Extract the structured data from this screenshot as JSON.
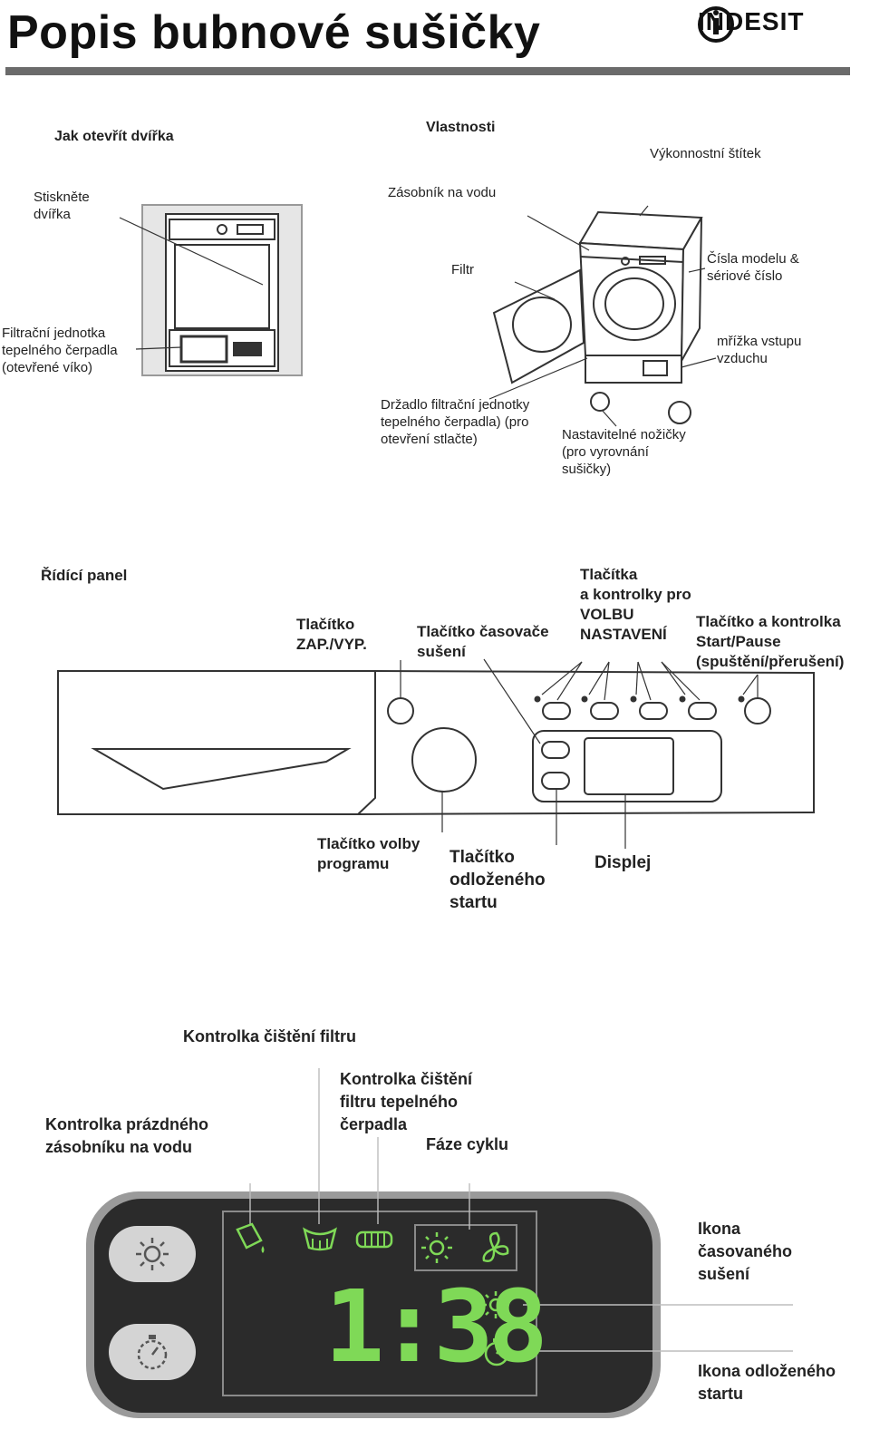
{
  "header": {
    "title": "Popis bubnové sušičky",
    "brand": "INDESIT"
  },
  "door_section": {
    "heading": "Jak otevřít dvířka",
    "label_press": "Stiskněte\ndvířka",
    "label_filter_unit": "Filtrační jednotka\ntepelného čerpadla\n(otevřené víko)"
  },
  "features_section": {
    "heading": "Vlastnosti",
    "label_rating_plate": "Výkonnostní štítek",
    "label_water_container": "Zásobník na vodu",
    "label_filter": "Filtr",
    "label_model_numbers": "Čísla modelu &\nsériové číslo",
    "label_air_grille": "mřížka vstupu\nvzduchu",
    "label_filter_handle": "Držadlo filtrační jednotky\ntepelného čerpadla) (pro\notevření stlačte)",
    "label_feet": "Nastavitelné nožičky\n(pro vyrovnání\nsušičky)"
  },
  "control_panel_section": {
    "heading": "Řídící panel",
    "label_on_off": "Tlačítko\nZAP./VYP.",
    "label_timer": "Tlačítko časovače\nsušení",
    "label_options": "Tlačítka\na kontrolky pro\nVOLBU\nNASTAVENÍ",
    "label_start_pause": "Tlačítko a kontrolka\nStart/Pause\n(spuštění/přerušení)",
    "label_program": "Tlačítko volby\nprogramu",
    "label_delay": "Tlačítko\nodloženého\nstartu",
    "label_display": "Displej"
  },
  "display_section": {
    "label_filter_clean": "Kontrolka čištění filtru",
    "label_heatpump_clean": "Kontrolka čištění\nfiltru tepelného\nčerpadla",
    "label_empty_water": "Kontrolka prázdného\nzásobníku na vodu",
    "label_cycle_phase": "Fáze cyklu",
    "label_timed_icon": "Ikona\nčasovaného\nsušení",
    "label_delay_icon": "Ikona odloženého\nstartu",
    "display_time": "1:38",
    "icons": [
      "water-container-icon",
      "filter-icon",
      "heatpump-filter-icon",
      "sun-drying-icon",
      "fan-cooling-icon",
      "timed-drying-icon",
      "delay-start-icon"
    ],
    "colors": {
      "display_bg": "#2b2b2b",
      "segment_green": "#7fd957",
      "frame": "#9a9a9a",
      "button_gray": "#d4d4d4"
    }
  }
}
